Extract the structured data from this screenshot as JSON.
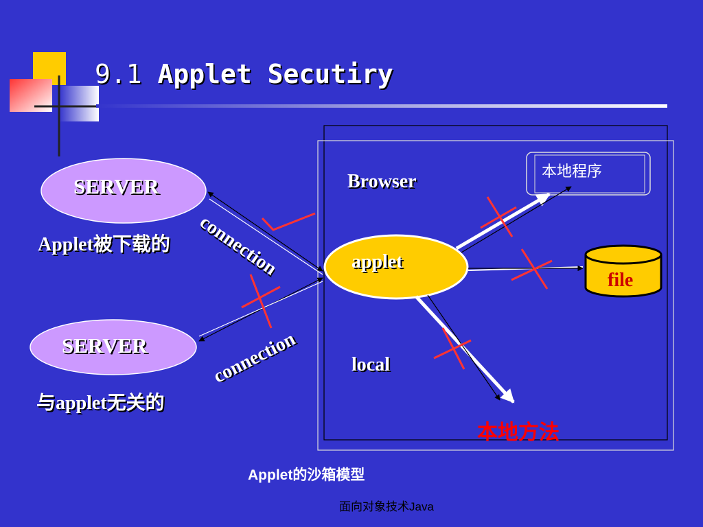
{
  "slide": {
    "title_number": "9.1",
    "title_text": "Applet Secutiry"
  },
  "diagram": {
    "server_top_label": "SERVER",
    "server_top_note": "Applet被下载的",
    "server_bottom_label": "SERVER",
    "server_bottom_note": "与applet无关的",
    "connection_top": "connection",
    "connection_bottom": "connection",
    "browser_label": "Browser",
    "applet_label": "applet",
    "local_label": "local",
    "local_program_label": "本地程序",
    "file_label": "file",
    "native_method_label": "本地方法",
    "caption": "Applet的沙箱模型"
  },
  "footer": {
    "text": "面向对象技术Java"
  },
  "colors": {
    "background": "#3333cc",
    "server_fill": "#cc99ff",
    "applet_fill": "#ffcc00",
    "file_fill": "#ffcc00",
    "forbidden_mark": "#ff3333",
    "native_method_text": "#ff0000",
    "file_text": "#cc0000"
  }
}
